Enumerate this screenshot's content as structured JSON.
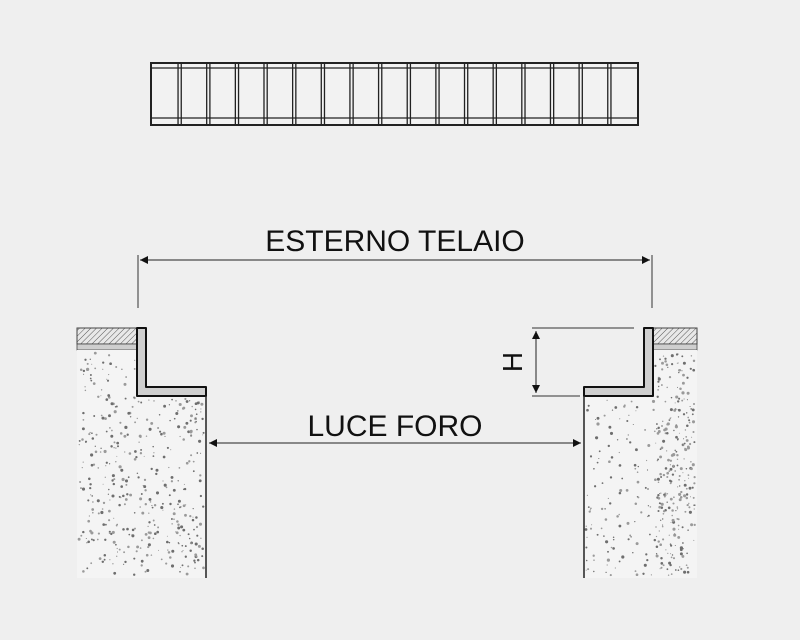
{
  "labels": {
    "external_frame": "ESTERNO TELAIO",
    "opening_width": "LUCE FORO",
    "height": "H"
  },
  "grating": {
    "bar_count": 17
  },
  "colors": {
    "background": "#efefef",
    "line": "#222222",
    "concrete": "#f4f4f4",
    "speckle": "#7a7a7a",
    "frame_steel": "#cfcfcf"
  }
}
